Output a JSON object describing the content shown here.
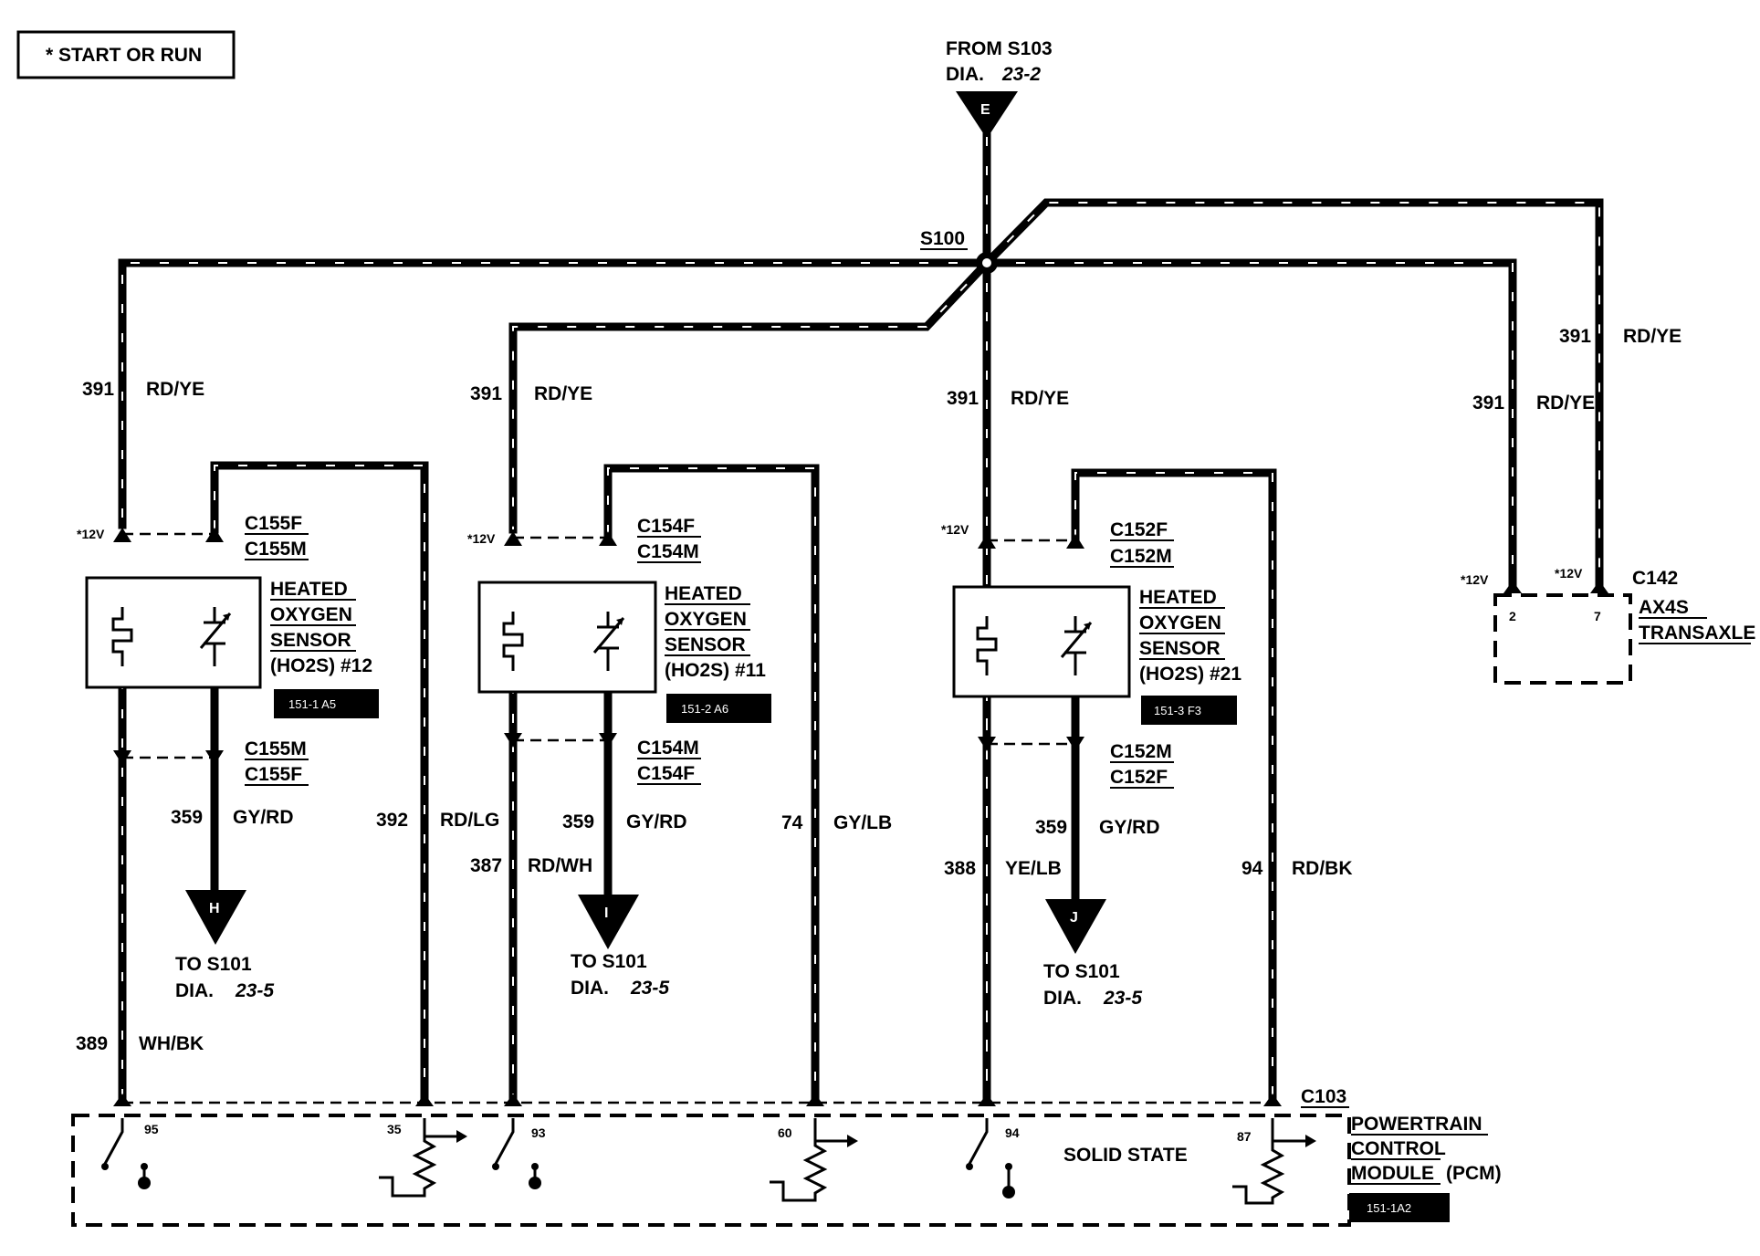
{
  "legend": {
    "text": "*  START OR RUN"
  },
  "source": {
    "from": "FROM S103",
    "dia_prefix": "DIA.",
    "dia_ref": "23-2",
    "connector": "E"
  },
  "splice": {
    "label": "S100"
  },
  "wires": {
    "w1_top": {
      "num": "391",
      "color": "RD/YE"
    },
    "w2_top": {
      "num": "391",
      "color": "RD/YE"
    },
    "w3_top": {
      "num": "391",
      "color": "RD/YE"
    },
    "w4_top": {
      "num": "391",
      "color": "RD/YE"
    },
    "w5_top": {
      "num": "391",
      "color": "RD/YE"
    },
    "s1_signal": {
      "num": "359",
      "color": "GY/RD"
    },
    "s1_return": {
      "num": "392",
      "color": "RD/LG"
    },
    "s1_ground": {
      "num": "389",
      "color": "WH/BK"
    },
    "s2_signal": {
      "num": "359",
      "color": "GY/RD"
    },
    "s2_return": {
      "num": "74",
      "color": "GY/LB"
    },
    "s2_ground": {
      "num": "387",
      "color": "RD/WH"
    },
    "s3_signal": {
      "num": "359",
      "color": "GY/RD"
    },
    "s3_return": {
      "num": "94",
      "color": "RD/BK"
    },
    "s3_ground": {
      "num": "388",
      "color": "YE/LB"
    }
  },
  "sensors": [
    {
      "volt": "*12V",
      "conn_top_f": "C155F",
      "conn_top_m": "C155M",
      "name": [
        "HEATED",
        "OXYGEN",
        "SENSOR",
        "(HO2S) #12"
      ],
      "code": "151-1 A5",
      "conn_bot_m": "C155M",
      "conn_bot_f": "C155F",
      "arrow_label": "H",
      "to": "TO S101",
      "dia_prefix": "DIA.",
      "dia_ref": "23-5"
    },
    {
      "volt": "*12V",
      "conn_top_f": "C154F",
      "conn_top_m": "C154M",
      "name": [
        "HEATED",
        "OXYGEN",
        "SENSOR",
        "(HO2S) #11"
      ],
      "code": "151-2 A6",
      "conn_bot_m": "C154M",
      "conn_bot_f": "C154F",
      "arrow_label": "I",
      "to": "TO S101",
      "dia_prefix": "DIA.",
      "dia_ref": "23-5"
    },
    {
      "volt": "*12V",
      "conn_top_f": "C152F",
      "conn_top_m": "C152M",
      "name": [
        "HEATED",
        "OXYGEN",
        "SENSOR",
        "(HO2S) #21"
      ],
      "code": "151-3 F3",
      "conn_bot_m": "C152M",
      "conn_bot_f": "C152F",
      "arrow_label": "J",
      "to": "TO S101",
      "dia_prefix": "DIA.",
      "dia_ref": "23-5"
    }
  ],
  "transaxle": {
    "connector": "C142",
    "name": [
      "AX4S",
      "TRANSAXLE"
    ],
    "pin_a": "2",
    "pin_b": "7",
    "volt_a": "*12V",
    "volt_b": "*12V"
  },
  "pcm": {
    "connector": "C103",
    "name": [
      "POWERTRAIN",
      "CONTROL",
      "MODULE"
    ],
    "name_suffix": "(PCM)",
    "state": "SOLID STATE",
    "code": "151-1A2",
    "pins": [
      "95",
      "35",
      "93",
      "60",
      "94",
      "87"
    ]
  }
}
